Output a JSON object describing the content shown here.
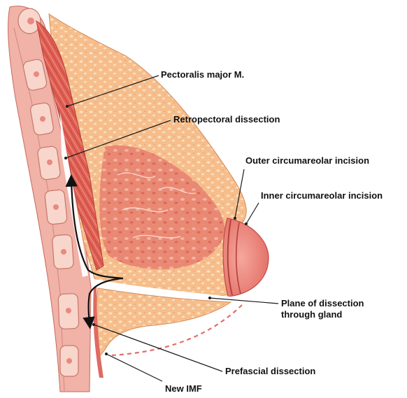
{
  "labels": {
    "pectoralis_major": "Pectoralis major M.",
    "retropectoral_dissection": "Retropectoral dissection",
    "outer_circumareolar_incision": "Outer circumareolar incision",
    "inner_circumareolar_incision": "Inner circumareolar incision",
    "plane_of_dissection_line1": "Plane of dissection",
    "plane_of_dissection_line2": "through gland",
    "prefascial_dissection": "Prefascial dissection",
    "new_imf": "New IMF"
  },
  "colors": {
    "breast_tissue": "#f3b37f",
    "muscle": "#d9564e",
    "muscle_light": "#ee8b78",
    "rib_pink": "#f0a7a0",
    "areola": "#e86a66",
    "leader_line": "#1a1a1a",
    "arrow": "#111111"
  }
}
